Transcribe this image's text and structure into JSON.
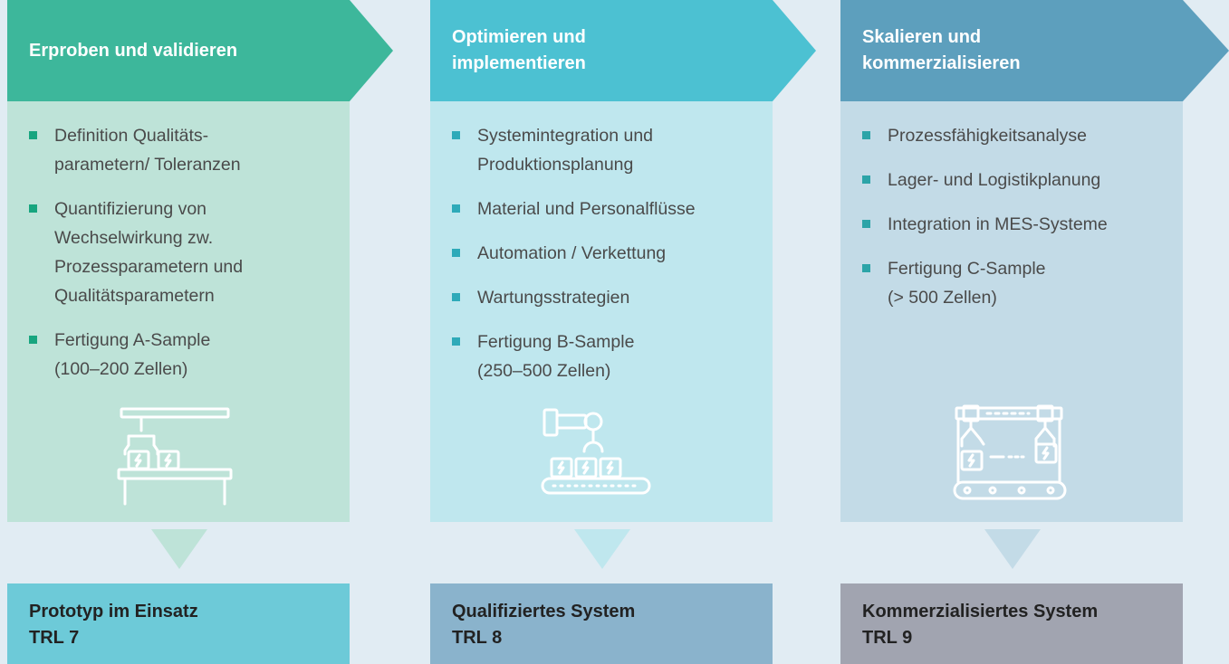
{
  "colors": {
    "page_bg": "#e1ecf3",
    "icon_stroke": "#ffffff"
  },
  "columns": [
    {
      "title_lines": [
        "Erproben und validieren"
      ],
      "header_color": "#3db79b",
      "body_color": "#bee3d8",
      "bullet_color": "#18a57f",
      "arrow_color": "#bee3d8",
      "icon": "overhead-gripper-table-icon",
      "items": [
        {
          "lines": [
            "Definition Qualitäts-",
            "parametern/ Toleranzen"
          ]
        },
        {
          "lines": [
            "Quantifizierung von",
            "Wechselwirkung zw.",
            "Prozessparametern und",
            "Qualitätsparametern"
          ]
        },
        {
          "lines": [
            "Fertigung A-Sample",
            "(100–200 Zellen)"
          ]
        }
      ],
      "result": {
        "title": "Prototyp im Einsatz",
        "trl": "TRL 7",
        "color": "#6dcad8"
      }
    },
    {
      "title_lines": [
        "Optimieren und",
        "implementieren"
      ],
      "header_color": "#4cc1d2",
      "body_color": "#bfe7ee",
      "bullet_color": "#2eaab9",
      "arrow_color": "#bfe7ee",
      "icon": "robot-arm-conveyor-icon",
      "items": [
        {
          "lines": [
            "Systemintegration und",
            "Produktionsplanung"
          ]
        },
        {
          "lines": [
            "Material und Personalflüsse"
          ]
        },
        {
          "lines": [
            "Automation / Verkettung"
          ]
        },
        {
          "lines": [
            "Wartungsstrategien"
          ]
        },
        {
          "lines": [
            "Fertigung B-Sample",
            "(250–500 Zellen)"
          ]
        }
      ],
      "result": {
        "title": "Qualifiziertes System",
        "trl": "TRL 8",
        "color": "#8ab3cc"
      }
    },
    {
      "title_lines": [
        "Skalieren und",
        "kommerzialisieren"
      ],
      "header_color": "#5d9fbd",
      "body_color": "#c3dbe7",
      "bullet_color": "#2ca4a8",
      "arrow_color": "#c3dbe7",
      "icon": "dual-gripper-production-line-icon",
      "items": [
        {
          "lines": [
            "Prozessfähigkeitsanalyse"
          ]
        },
        {
          "lines": [
            "Lager- und Logistikplanung"
          ]
        },
        {
          "lines": [
            "Integration in MES-Systeme"
          ]
        },
        {
          "lines": [
            "Fertigung C-Sample",
            "(> 500 Zellen)"
          ]
        }
      ],
      "result": {
        "title": "Kommerzialisiertes System",
        "trl": "TRL 9",
        "color": "#a1a4b0"
      }
    }
  ]
}
